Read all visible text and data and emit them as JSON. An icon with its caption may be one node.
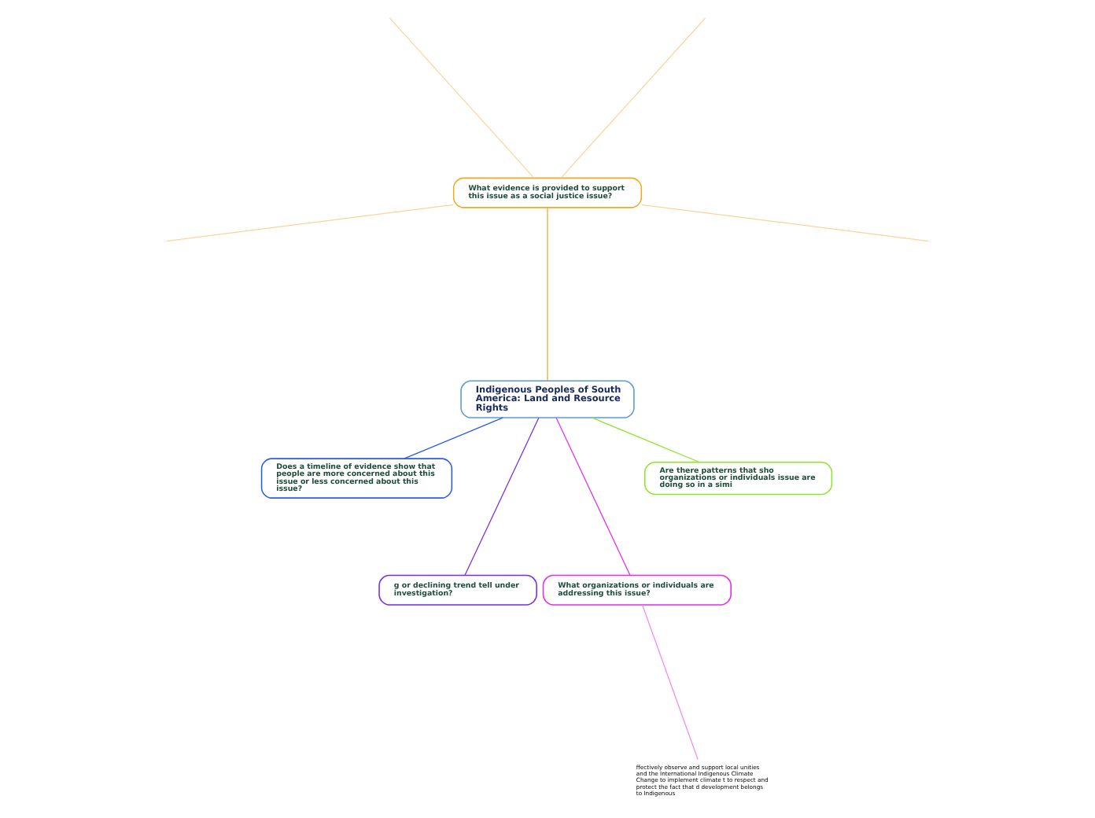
{
  "diagram": {
    "nodes": [
      {
        "text": [
          "Indigenous Peoples of South America: Land and Resource Rights"
        ]
      },
      {
        "text": [
          "What evidence is provided to support this issue as a social justice issue?"
        ]
      },
      {
        "text": [
          "Does a timeline of evidence show that people are more concerned about this issue or less concerned about this issue?"
        ]
      },
      {
        "text": [
          "g or declining trend tell under investigation?"
        ]
      },
      {
        "text": [
          "What organizations or individuals are addressing this issue?"
        ]
      },
      {
        "text": [
          "ffectively observe and support local unities and the International Indigenous Climate Change to implement climate t to respect and protect the fact that d development belongs to Indigenous"
        ]
      },
      {
        "text": [
          "Are there patterns that sho organizations or individuals issue are doing so in a simi"
        ]
      }
    ],
    "edges": [
      {
        "from": 0,
        "to": 1,
        "arrow": "none",
        "color": "#f5a623"
      },
      {
        "from": 0,
        "to": 2,
        "arrow": "none",
        "color": "#2b5ce6"
      },
      {
        "from": 0,
        "to": 3,
        "arrow": "none",
        "color": "#7a2be6"
      },
      {
        "from": 0,
        "to": 4,
        "arrow": "none",
        "color": "#e62be6"
      },
      {
        "from": 4,
        "to": 5,
        "arrow": "none",
        "color": "#f08cf0"
      },
      {
        "from": 0,
        "to": 6,
        "arrow": "none",
        "color": "#8ee62b"
      },
      {
        "from": 1,
        "to": null,
        "arrow": "none",
        "color": "#fcd49a"
      },
      {
        "from": 1,
        "to": null,
        "arrow": "none",
        "color": "#fcd49a"
      },
      {
        "from": 1,
        "to": null,
        "arrow": "none",
        "color": "#fcd49a"
      },
      {
        "from": 1,
        "to": null,
        "arrow": "none",
        "color": "#fcd49a"
      }
    ]
  }
}
